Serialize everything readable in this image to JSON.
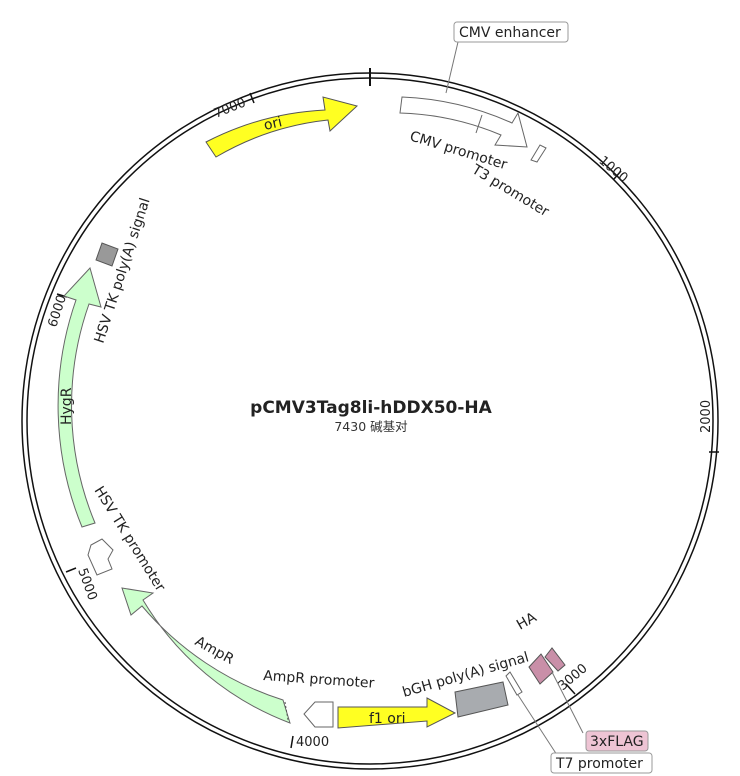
{
  "plasmid": {
    "name": "pCMV3Tag8li-hDDX50-HA",
    "size_label": "7430 碱基对"
  },
  "ticks": {
    "t1000": "1000",
    "t2000": "2000",
    "t3000": "3000",
    "t4000": "4000",
    "t5000": "5000",
    "t6000": "6000",
    "t7000": "7000"
  },
  "features": {
    "ori": "ori",
    "cmv_enhancer": "CMV enhancer",
    "cmv_promoter": "CMV promoter",
    "t3_promoter": "T3 promoter",
    "hsv_tk_polya": "HSV TK poly(A) signal",
    "hygr": "HygR",
    "hsv_tk_promoter": "HSV TK promoter",
    "ampr": "AmpR",
    "ampr_promoter": "AmpR promoter",
    "f1_ori": "f1 ori",
    "bgh_polya": "bGH poly(A) signal",
    "t7_promoter": "T7 promoter",
    "ha": "HA",
    "flag3x": "3xFLAG"
  },
  "colors": {
    "ori": "#ffff22",
    "f1_ori": "#ffff22",
    "resistance": "#ccffcc",
    "promoter": "#ffffff",
    "polya": "#a8abaf",
    "tag": "#c98fa8",
    "flag_callout": "#eec4d4"
  }
}
